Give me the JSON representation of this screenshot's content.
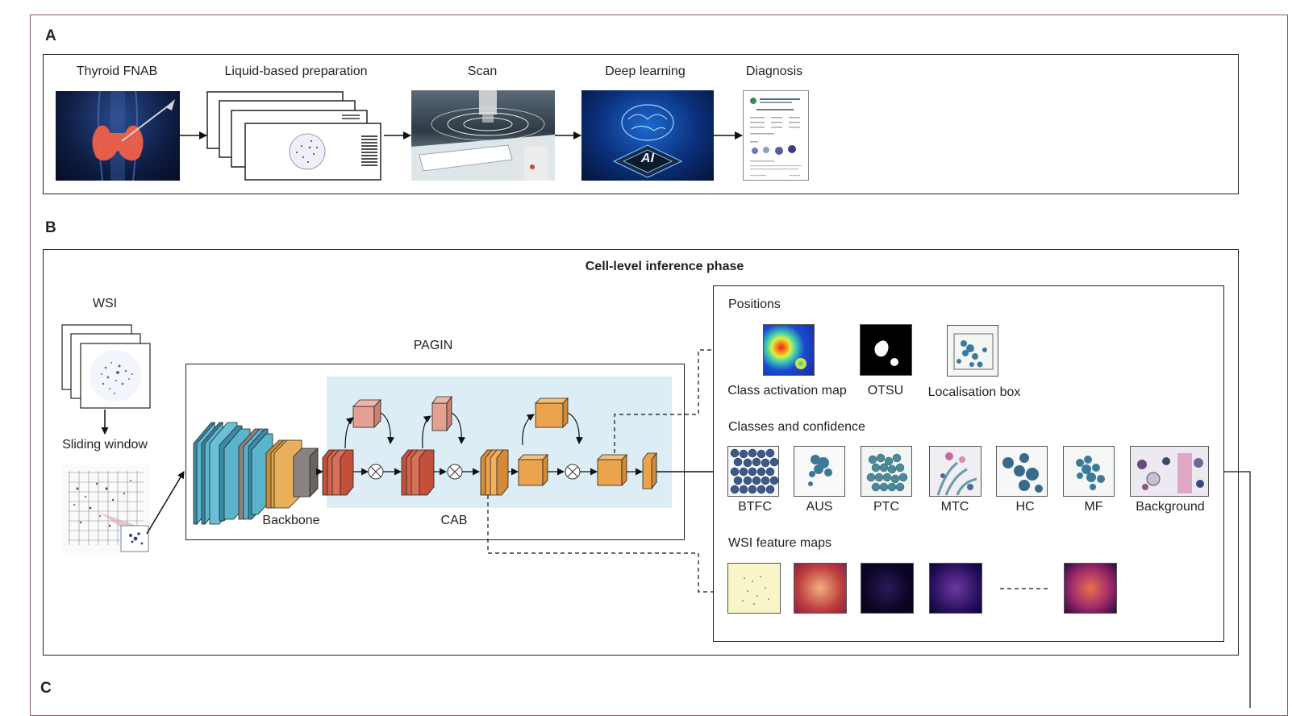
{
  "panels": {
    "a": {
      "letter": "A"
    },
    "b": {
      "letter": "B"
    },
    "c": {
      "letter": "C"
    }
  },
  "workflow": {
    "steps": [
      "Thyroid FNAB",
      "Liquid-based preparation",
      "Scan",
      "Deep learning",
      "Diagnosis"
    ],
    "ai_chip_text": "AI"
  },
  "inference": {
    "title": "Cell-level inference phase",
    "wsi_label": "WSI",
    "sliding_window_label": "Sliding window",
    "pagin_label": "PAGIN",
    "backbone_label": "Backbone",
    "cab_label": "CAB"
  },
  "outputs": {
    "positions": {
      "title": "Positions",
      "items": [
        "Class activation map",
        "OTSU",
        "Localisation box"
      ]
    },
    "classes": {
      "title": "Classes and confidence",
      "items": [
        "BTFC",
        "AUS",
        "PTC",
        "MTC",
        "HC",
        "MF",
        "Background"
      ]
    },
    "feature_maps": {
      "title": "WSI feature maps"
    }
  },
  "colors": {
    "backbone_blue": "#5ab4cc",
    "backbone_grey": "#8a8280",
    "backbone_gold": "#e0a64a",
    "cab_red": "#d2644a",
    "cab_orange": "#eca44c",
    "cab_background": "#dcedf5",
    "frame_border": "#8a5a6a"
  }
}
